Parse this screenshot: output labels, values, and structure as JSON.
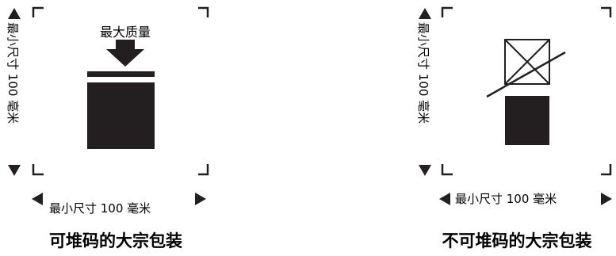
{
  "colors": {
    "ink": "#231f20",
    "background": "#ffffff"
  },
  "panels": [
    {
      "caption": "可堆码的大宗包装",
      "vertical_dimension": "最小尺寸 100 毫米",
      "horizontal_dimension": "最小尺寸 100 毫米",
      "load_label": "最大质量"
    },
    {
      "caption": "不可堆码的大宗包装",
      "vertical_dimension": "最小尺寸 100 毫米",
      "horizontal_dimension": "最小尺寸 100 毫米"
    }
  ]
}
